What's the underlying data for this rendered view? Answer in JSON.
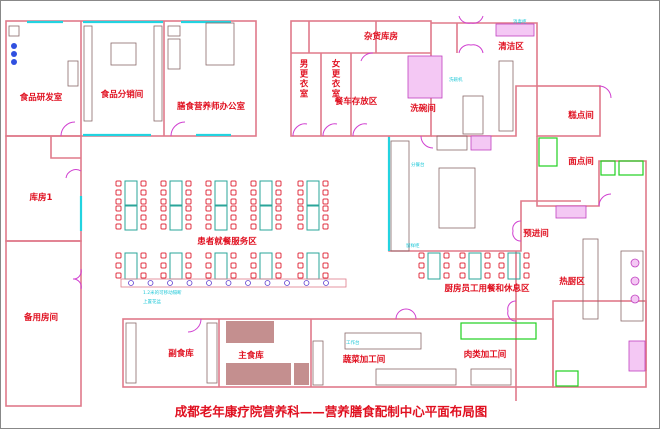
{
  "title": "成都老年康疗院营养科——营养膳食配制中心平面布局图",
  "rooms": {
    "food_rd": "食品研发室",
    "food_dist": "食品分销间",
    "dietitian_office": "膳食营养师办公室",
    "male_locker": "男更衣室",
    "female_locker": "女更衣室",
    "grocery_store": "杂货库房",
    "cart_area": "餐车存放区",
    "dishwash": "洗碗间",
    "cleaning": "清洁区",
    "pastry": "糕点间",
    "noodle": "面点间",
    "pre_entry": "预进间",
    "hot_kitchen": "热厨区",
    "staff_dining": "厨房员工用餐和休息区",
    "patient_dining": "患者就餐服务区",
    "storage1": "库房1",
    "spare_room": "备用房间",
    "side_food_store": "副食库",
    "staple_store": "主食库",
    "veg_processing": "蔬菜加工间",
    "meat_processing": "肉类加工间"
  },
  "notes": {
    "partition": "1.2米的可移动隔断",
    "planter": "上置花盆",
    "dishwasher": "洗碗机",
    "serving_table": "分餐台",
    "sterilizer": "消毒柜",
    "sample_cabinet": "留样柜",
    "workbench": "工作台"
  },
  "colors": {
    "wall": "#e07a8a",
    "label": "#e01020",
    "annotation": "#20c8d8",
    "table": "#2aa59a"
  }
}
